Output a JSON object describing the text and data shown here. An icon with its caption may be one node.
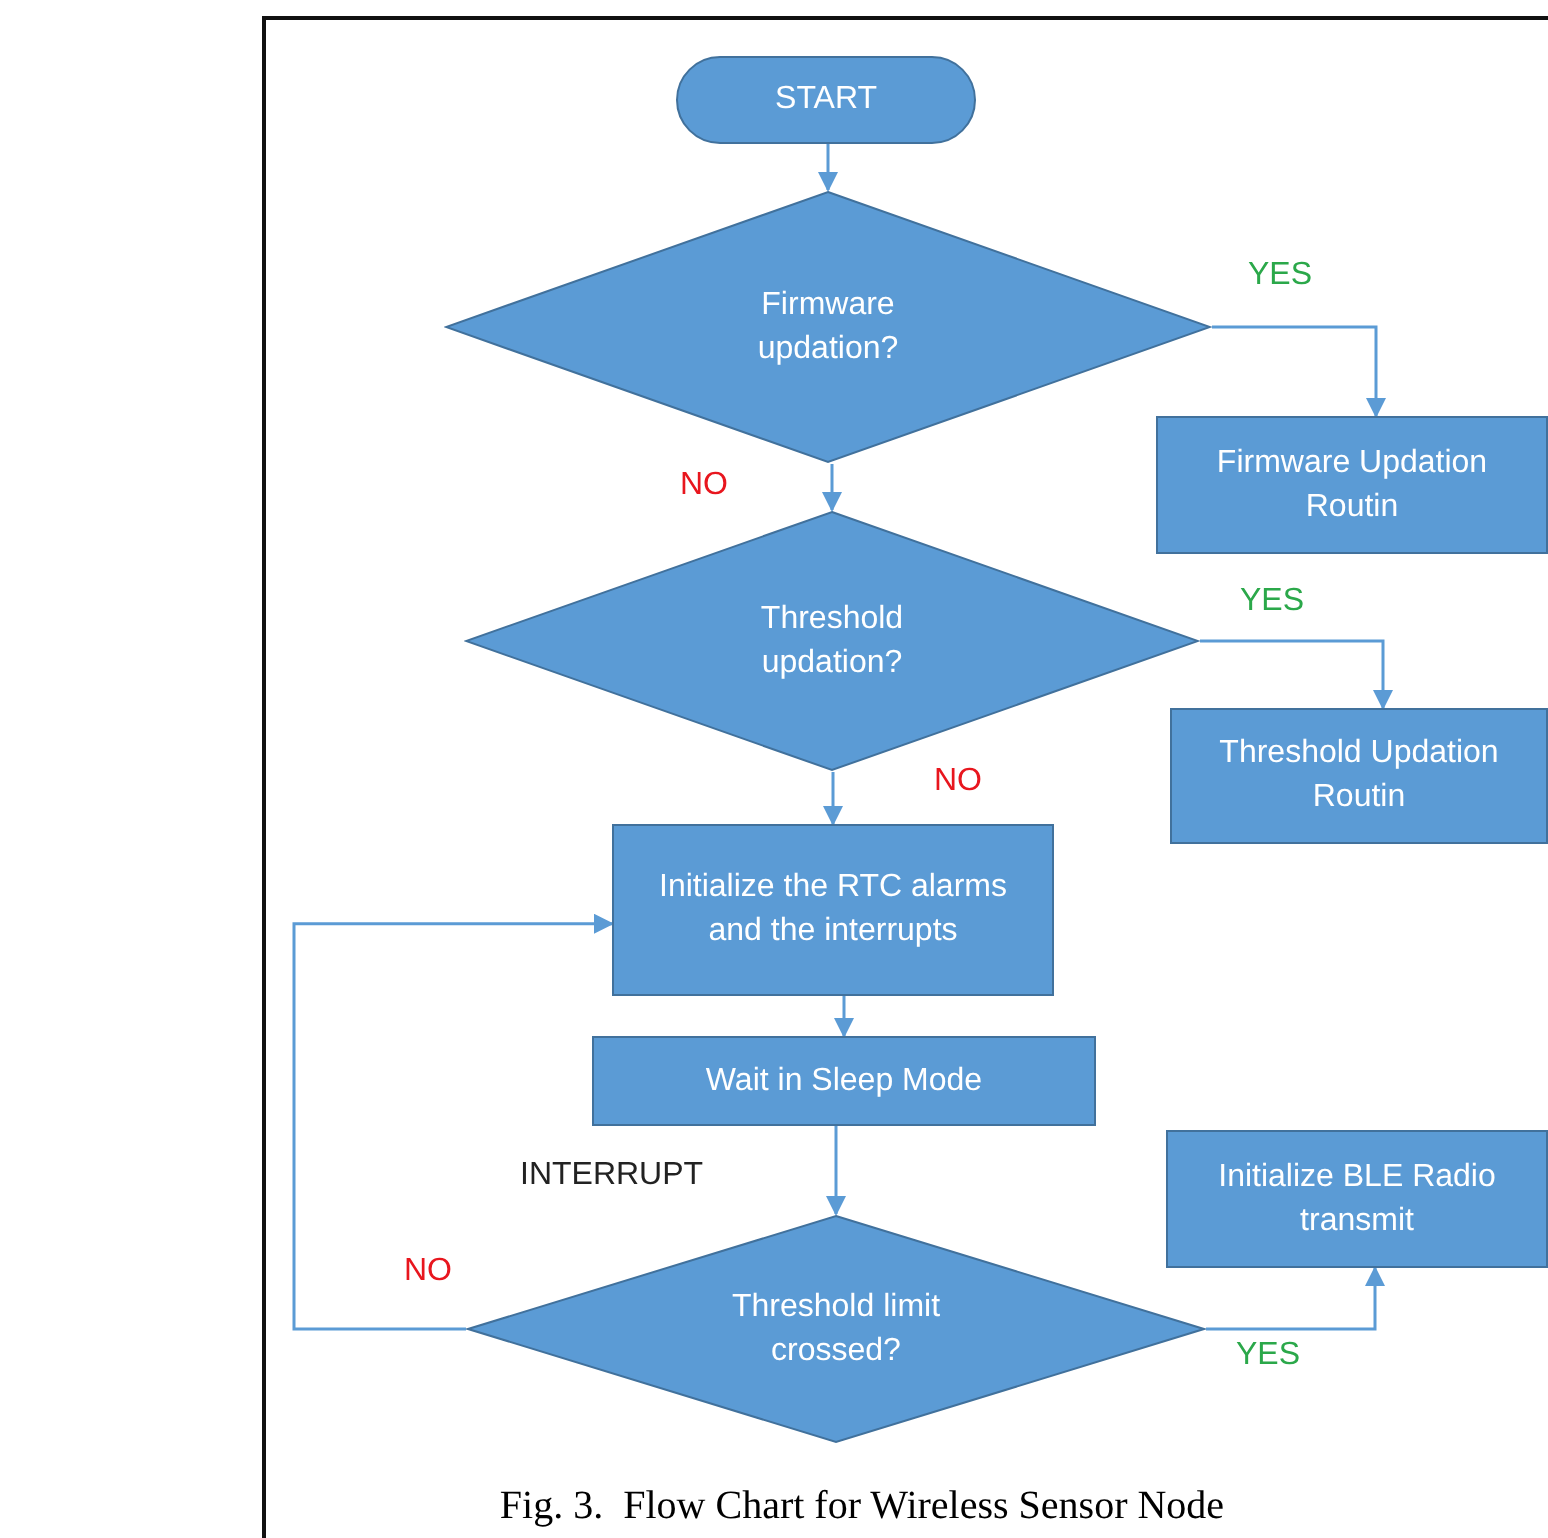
{
  "diagram": {
    "caption": "Fig. 3.  Flow Chart for Wireless Sensor Node",
    "nodes": [
      {
        "text": [
          "START"
        ]
      },
      {
        "text": [
          "Firmware updation?"
        ]
      },
      {
        "text": [
          "Firmware Updation Routin"
        ]
      },
      {
        "text": [
          "Threshold updation?"
        ]
      },
      {
        "text": [
          "Threshold Updation Routin"
        ]
      },
      {
        "text": [
          "Initialize the RTC alarms and the interrupts"
        ]
      },
      {
        "text": [
          "Wait in Sleep Mode"
        ]
      },
      {
        "text": [
          "Threshold limit crossed?"
        ]
      },
      {
        "text": [
          "Initialize BLE Radio transmit"
        ]
      }
    ],
    "edges": [
      {
        "from": 0,
        "to": 1,
        "arrow": "to"
      },
      {
        "from": 1,
        "to": 2,
        "arrow": "to",
        "label": "YES"
      },
      {
        "from": 1,
        "to": 3,
        "arrow": "to",
        "label": "NO"
      },
      {
        "from": 3,
        "to": 4,
        "arrow": "to",
        "label": "YES"
      },
      {
        "from": 3,
        "to": 5,
        "arrow": "to",
        "label": "NO"
      },
      {
        "from": 5,
        "to": 6,
        "arrow": "to"
      },
      {
        "from": 6,
        "to": 7,
        "arrow": "to",
        "label": "INTERRUPT"
      },
      {
        "from": 7,
        "to": 5,
        "arrow": "to",
        "label": "NO"
      },
      {
        "from": 7,
        "to": 8,
        "arrow": "to",
        "label": "YES"
      }
    ]
  }
}
